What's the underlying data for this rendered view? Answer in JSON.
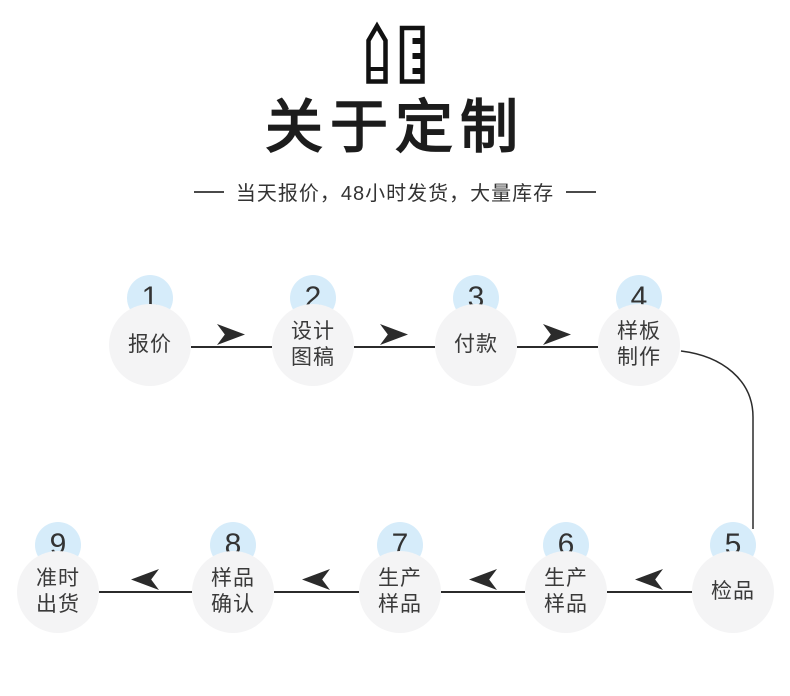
{
  "header": {
    "title": "关于定制",
    "subtitle": "当天报价，48小时发货，大量库存"
  },
  "flow": {
    "steps": [
      {
        "num": "1",
        "label": "报价"
      },
      {
        "num": "2",
        "label": "设计\n图稿"
      },
      {
        "num": "3",
        "label": "付款"
      },
      {
        "num": "4",
        "label": "样板\n制作"
      },
      {
        "num": "5",
        "label": "检品"
      },
      {
        "num": "6",
        "label": "生产\n样品"
      },
      {
        "num": "7",
        "label": "生产\n样品"
      },
      {
        "num": "8",
        "label": "样品\n确认"
      },
      {
        "num": "9",
        "label": "准时\n出货"
      }
    ],
    "colors": {
      "badge_bg": "#d6ecfa",
      "bubble_bg": "#f4f4f5",
      "line": "#2b2b2b",
      "text": "#333333"
    }
  }
}
